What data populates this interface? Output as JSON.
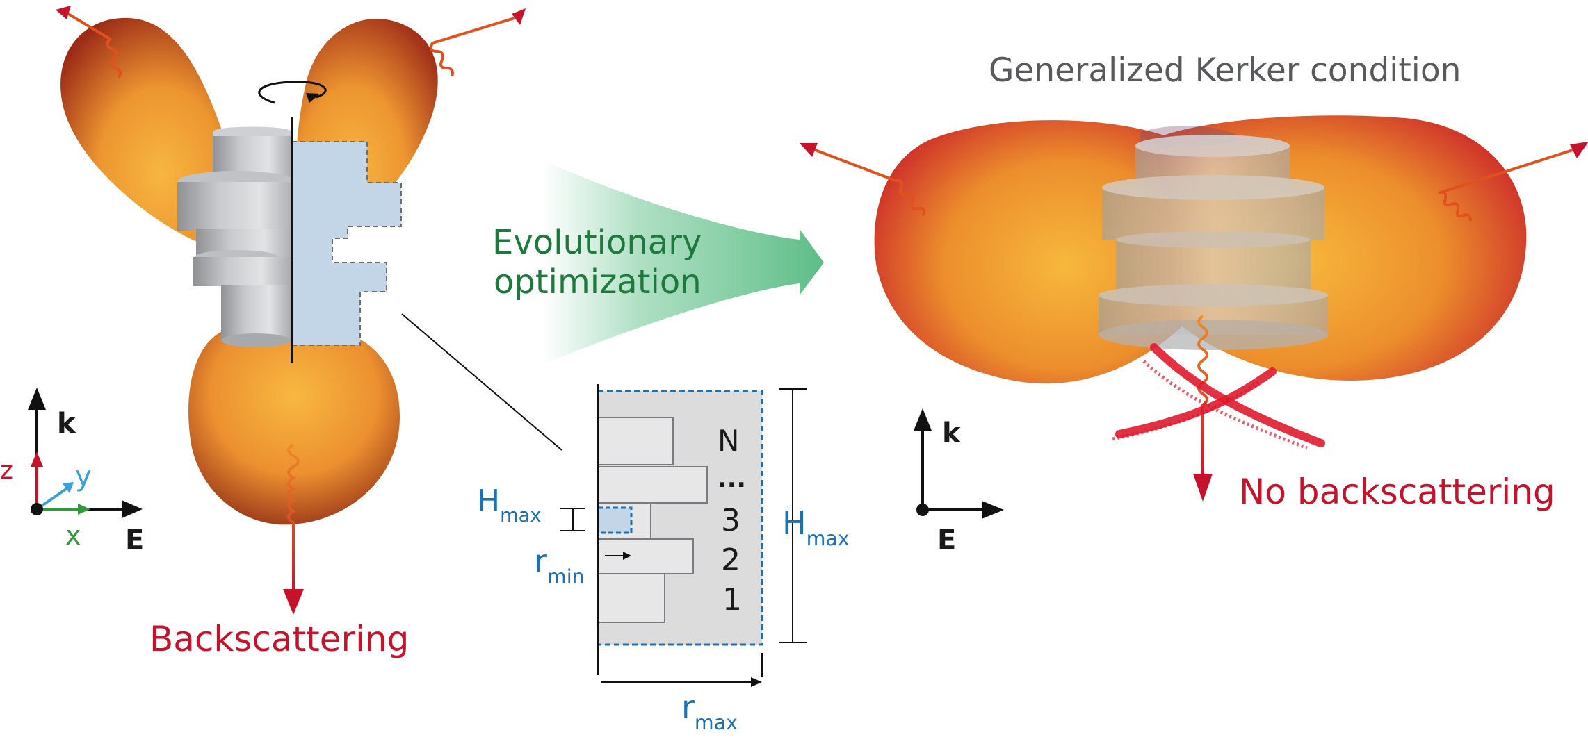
{
  "title": "Generalized Kerker condition",
  "arrow_label_line1": "Evolutionary",
  "arrow_label_line2": "optimization",
  "left_label": "Backscattering",
  "right_label": "No backscattering",
  "axes": {
    "k": "k",
    "E": "E",
    "x": "x",
    "y": "y",
    "z": "z"
  },
  "inset": {
    "layers": [
      "N",
      "...",
      "3",
      "2",
      "1"
    ],
    "hmax_left": {
      "main": "H",
      "sub": "max"
    },
    "hmax_right": {
      "main": "H",
      "sub": "max"
    },
    "rmin": {
      "main": "r",
      "sub": "min"
    },
    "rmax": {
      "main": "r",
      "sub": "max"
    }
  },
  "colors": {
    "lobe_dark": "#b3311c",
    "lobe_mid": "#e9892a",
    "lobe_light": "#f6b33a",
    "red_label": "#c7122b",
    "blue_label": "#1a72b4",
    "green_label": "#1e7a3c",
    "green_arrow": "#6cc592",
    "cylinder_grey": "#b9bbbf",
    "section_blue": "#c3d6e8"
  }
}
